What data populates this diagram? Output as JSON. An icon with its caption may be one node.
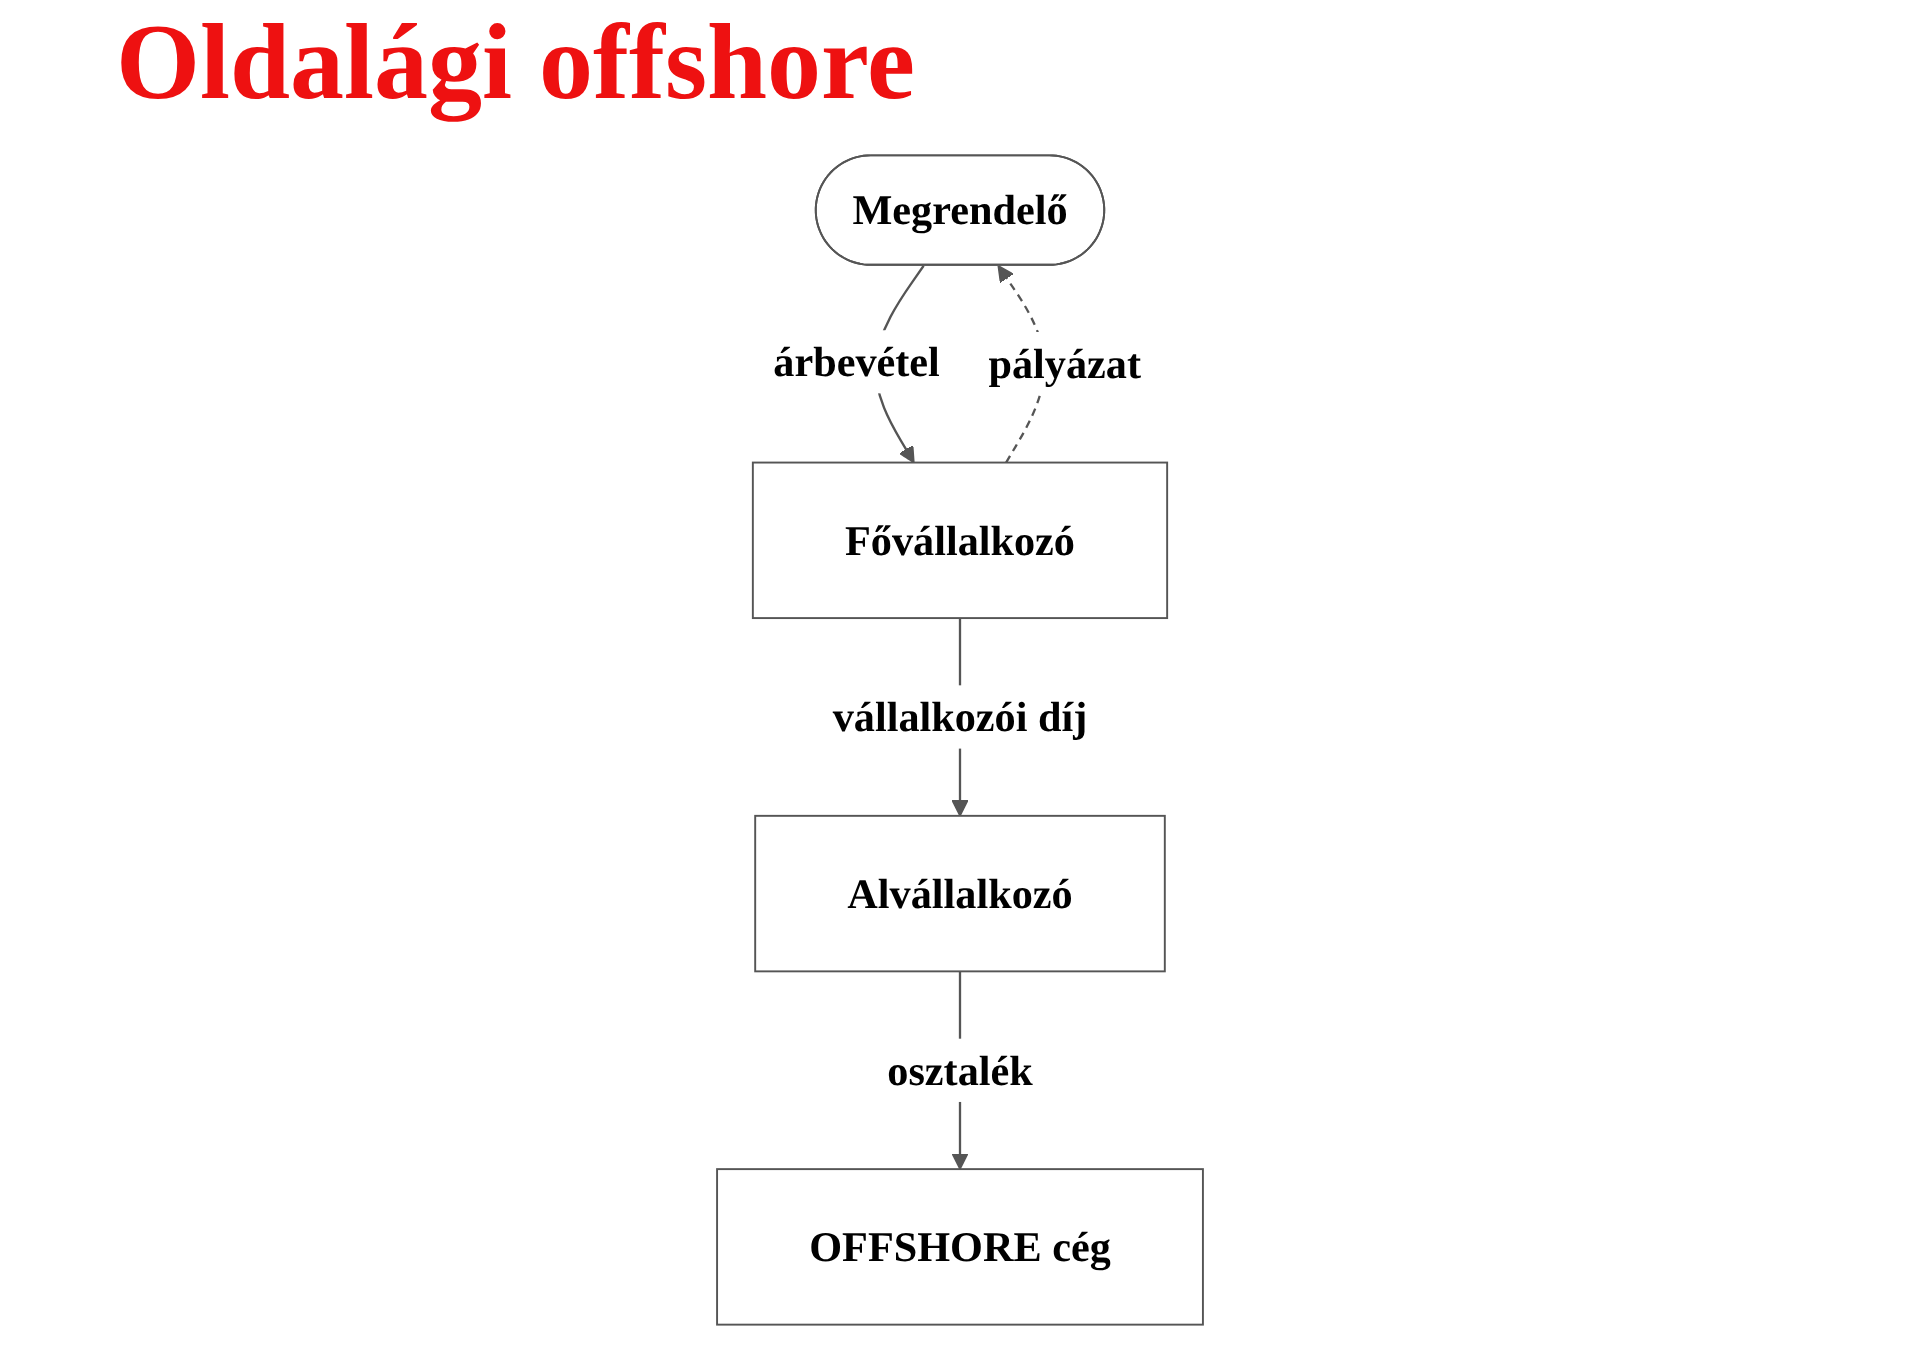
{
  "diagram": {
    "title": "Oldalági offshore",
    "nodes": [
      {
        "text": [
          "Megrendelő"
        ]
      },
      {
        "text": [
          "Fővállalkozó"
        ]
      },
      {
        "text": [
          "Alvállalkozó"
        ]
      },
      {
        "text": [
          "OFFSHORE cég"
        ]
      }
    ],
    "edges": [
      {
        "from": 0,
        "to": 1,
        "arrow": "to",
        "label": "árbevétel"
      },
      {
        "from": 1,
        "to": 0,
        "arrow": "to",
        "label": "pályázat",
        "style": "dashed"
      },
      {
        "from": 1,
        "to": 2,
        "arrow": "to",
        "label": "vállalkozói díj"
      },
      {
        "from": 2,
        "to": 3,
        "arrow": "to",
        "label": "osztalék"
      }
    ]
  }
}
